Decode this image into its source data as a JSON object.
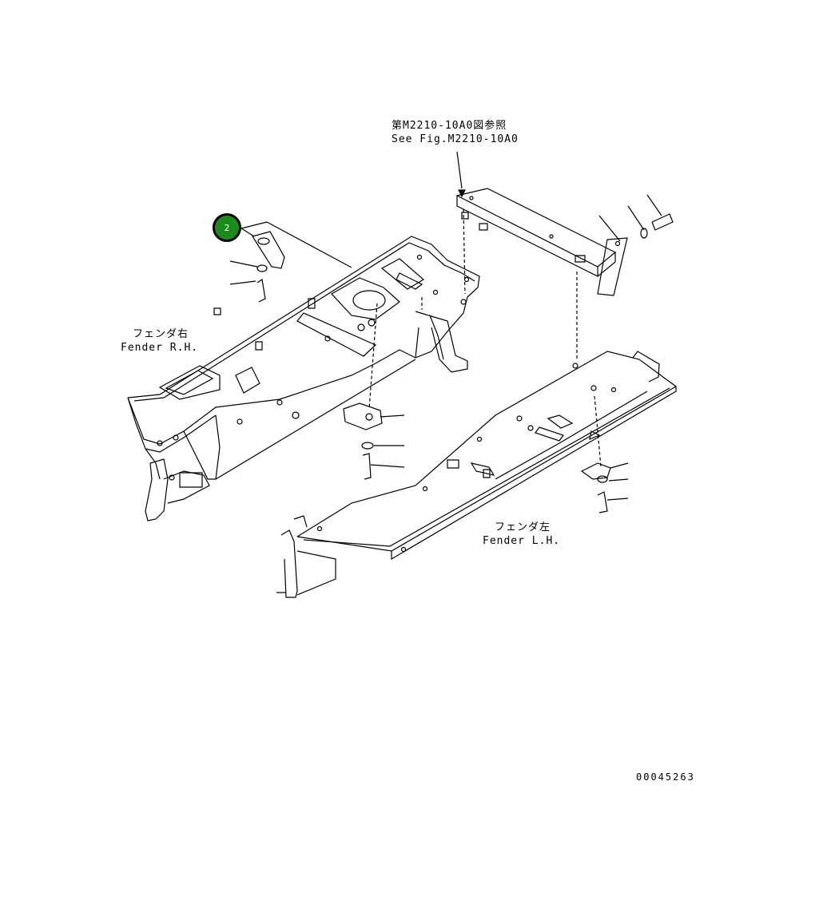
{
  "reference": {
    "jp": "第M2210-10A0図参照",
    "en": "See Fig.M2210-10A0"
  },
  "fender_rh": {
    "jp": "フェンダ右",
    "en": "Fender R.H."
  },
  "fender_lh": {
    "jp": "フェンダ左",
    "en": "Fender L.H."
  },
  "callout": {
    "number": "2",
    "color": "#1e8a1e"
  },
  "figure_id": "00045263"
}
